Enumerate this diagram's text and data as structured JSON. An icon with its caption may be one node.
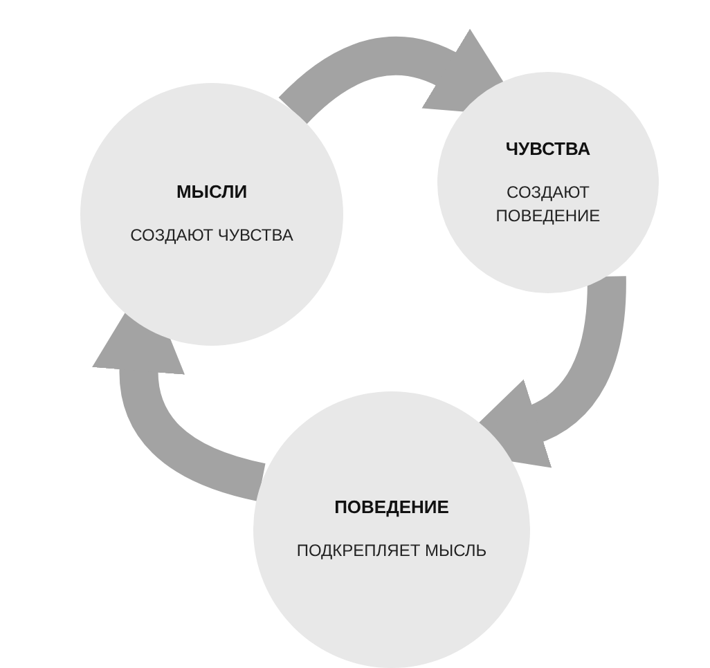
{
  "diagram": {
    "nodes": [
      {
        "text": [
          "МЫСЛИ",
          "СОЗДАЮТ ЧУВСТВА"
        ]
      },
      {
        "text": [
          "ЧУВСТВА",
          "СОЗДАЮТ ПОВЕДЕНИЕ"
        ]
      },
      {
        "text": [
          "ПОВЕДЕНИЕ",
          "ПОДКРЕПЛЯЕТ МЫСЛЬ"
        ]
      }
    ],
    "edges": [
      {
        "from": 0,
        "to": 1,
        "arrow": "to"
      },
      {
        "from": 1,
        "to": 2,
        "arrow": "to"
      },
      {
        "from": 2,
        "to": 0,
        "arrow": "to"
      }
    ]
  }
}
